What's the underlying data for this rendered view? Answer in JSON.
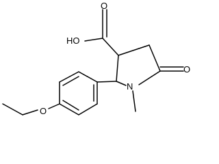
{
  "molecule": {
    "type": "skeletal-structure",
    "atom_labels": {
      "carboxyl_oh": "HO",
      "carboxyl_o": "O",
      "ketone_o": "O",
      "ring_n": "N",
      "ether_o": "O"
    },
    "colors": {
      "bond": "#000000",
      "label": "#000000",
      "background": "#ffffff"
    }
  }
}
